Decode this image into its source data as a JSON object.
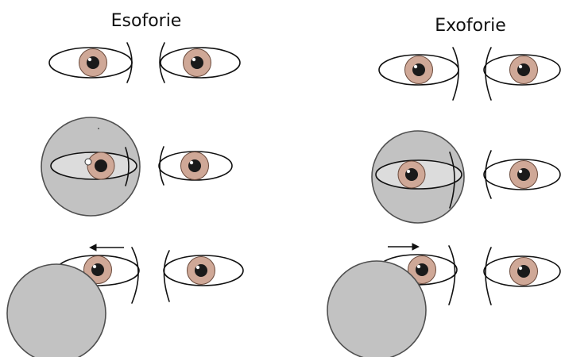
{
  "panels": [
    {
      "title": "Esoforie",
      "rows": [
        "uncovered",
        "covered",
        "cover-removed"
      ]
    },
    {
      "title": "Exoforie",
      "rows": [
        "uncovered",
        "covered",
        "cover-removed"
      ]
    }
  ],
  "colors": {
    "iris": "#cfa897",
    "pupil": "#1a1a1a",
    "occluder_fill": "#c2c2c2",
    "occluder_stroke": "#505050",
    "covered_sclera": "#dcdcdc",
    "outline": "#111111"
  }
}
